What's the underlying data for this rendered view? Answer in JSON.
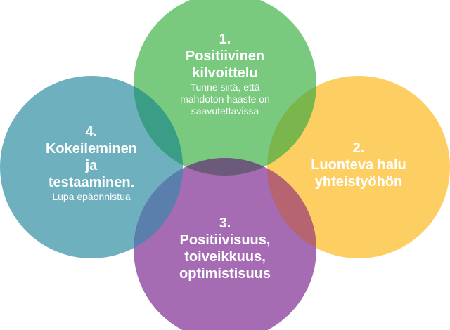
{
  "colors": {
    "green": "#79c97f",
    "yellow": "#fdcf63",
    "purple": "#a56cb3",
    "blue": "#6fb0bf",
    "overlap_green_blue": "#3a9e86",
    "overlap_green_yellow": "#7ab64b",
    "overlap_yellow_purple": "#b6646f",
    "overlap_blue_purple": "#5a7fac",
    "center": "#6c5a7a",
    "text": "#ffffff"
  },
  "circles": {
    "c1": {
      "number": "1.",
      "title_line1": "Positiivinen",
      "title_line2": "kilvoittelu",
      "subtitle_line1": "Tunne siitä, että",
      "subtitle_line2": "mahdoton haaste on",
      "subtitle_line3": "saavutettavissa"
    },
    "c2": {
      "number": "2.",
      "title_line1": "Luonteva halu",
      "title_line2": "yhteistyöhön"
    },
    "c3": {
      "number": "3.",
      "title_line1": "Positiivisuus,",
      "title_line2": "toiveikkuus,",
      "title_line3": "optimistisuus"
    },
    "c4": {
      "number": "4.",
      "title_line1": "Kokeileminen",
      "title_line2": "ja",
      "title_line3": "testaaminen.",
      "subtitle_line1": "Lupa epäonnistua"
    }
  }
}
